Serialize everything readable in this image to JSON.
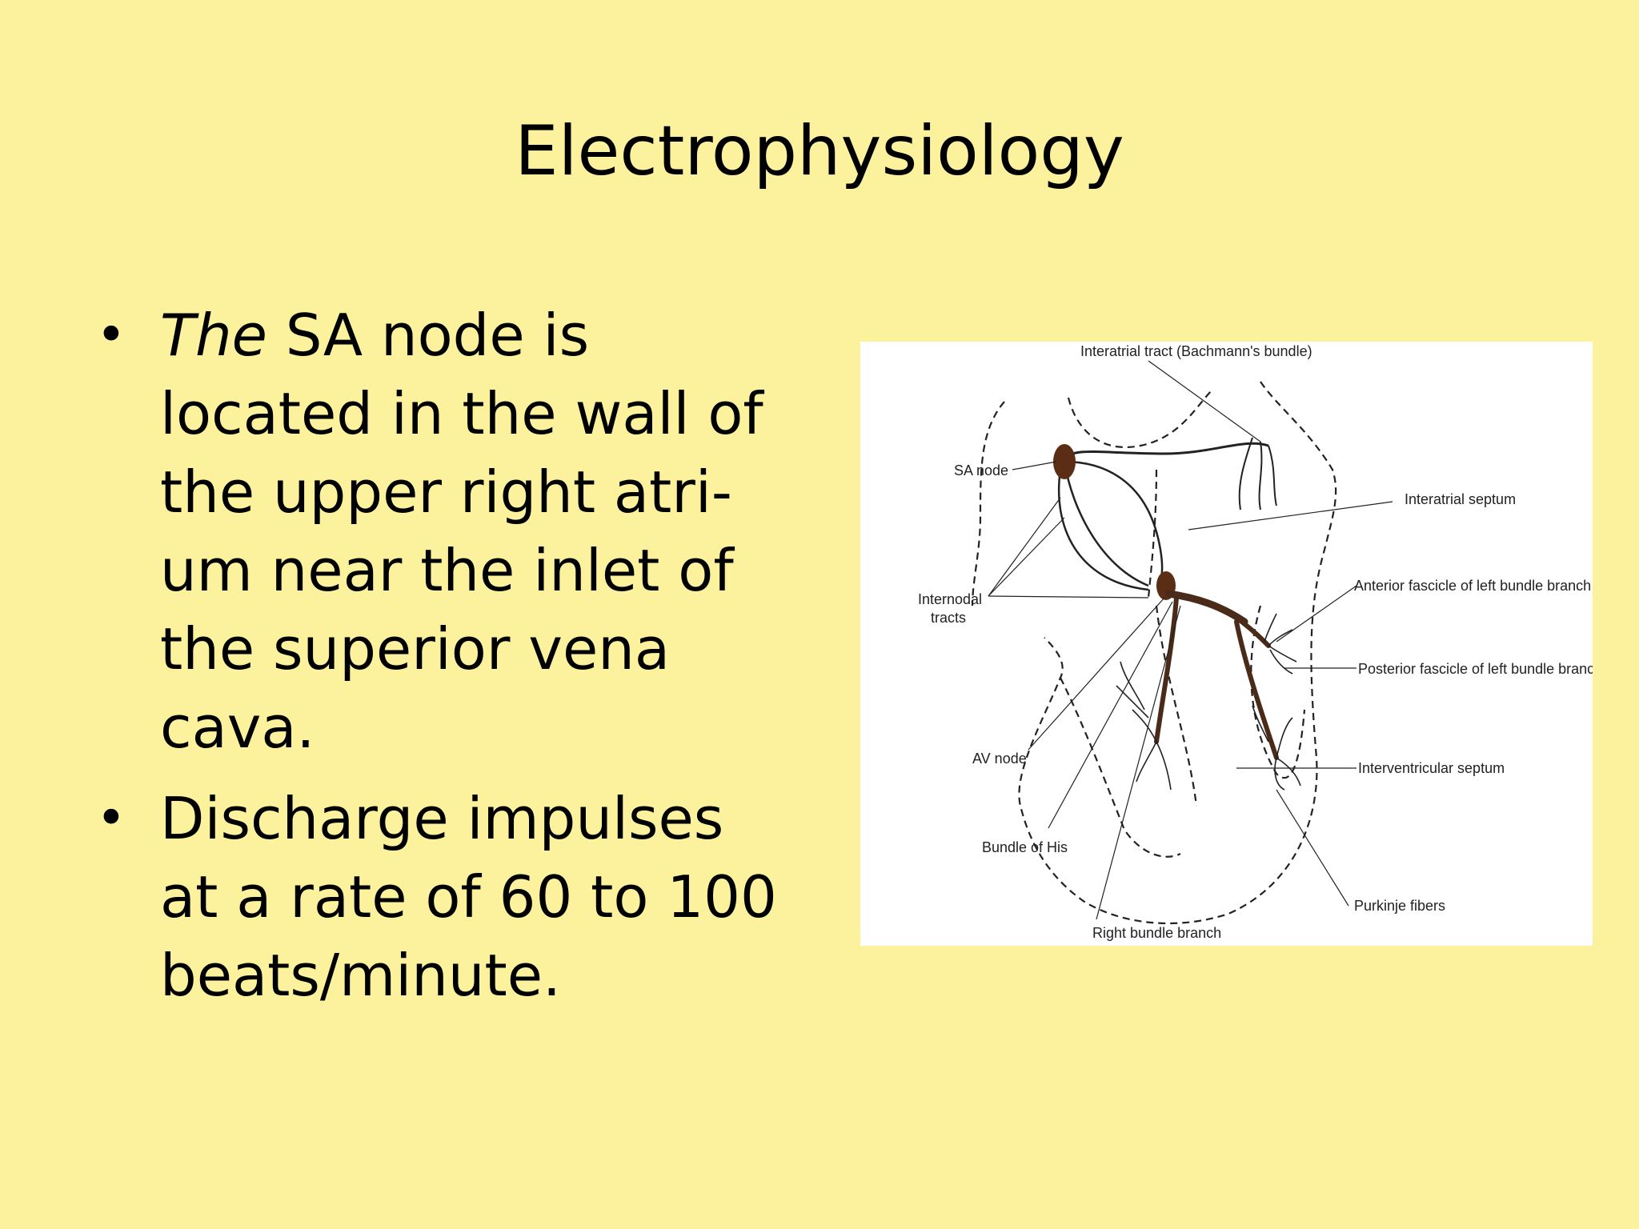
{
  "slide": {
    "title": "Electrophysiology",
    "bullets": [
      {
        "italic_prefix": "The",
        "text": " SA node is located in the wall of the upper right atri-um near the inlet of the superior vena cava."
      },
      {
        "italic_prefix": "",
        "text": "Discharge impulses at a rate of 60 to 100 beats/minute."
      }
    ]
  },
  "diagram": {
    "labels": {
      "interatrial_tract": "Interatrial tract (Bachmann's bundle)",
      "sa_node": "SA node",
      "interatrial_septum": "Interatrial septum",
      "internodal_1": "Internodal",
      "internodal_2": "tracts",
      "anterior_fascicle": "Anterior fascicle of left bundle branch",
      "posterior_fascicle": "Posterior fascicle of left bundle branch",
      "av_node": "AV node",
      "interventricular_septum": "Interventricular septum",
      "bundle_of_his": "Bundle of His",
      "purkinje_fibers": "Purkinje fibers",
      "right_bundle_branch": "Right bundle branch"
    },
    "colors": {
      "node": "#5a2d14",
      "conduction": "#4a2a18",
      "outline": "#222222"
    }
  }
}
